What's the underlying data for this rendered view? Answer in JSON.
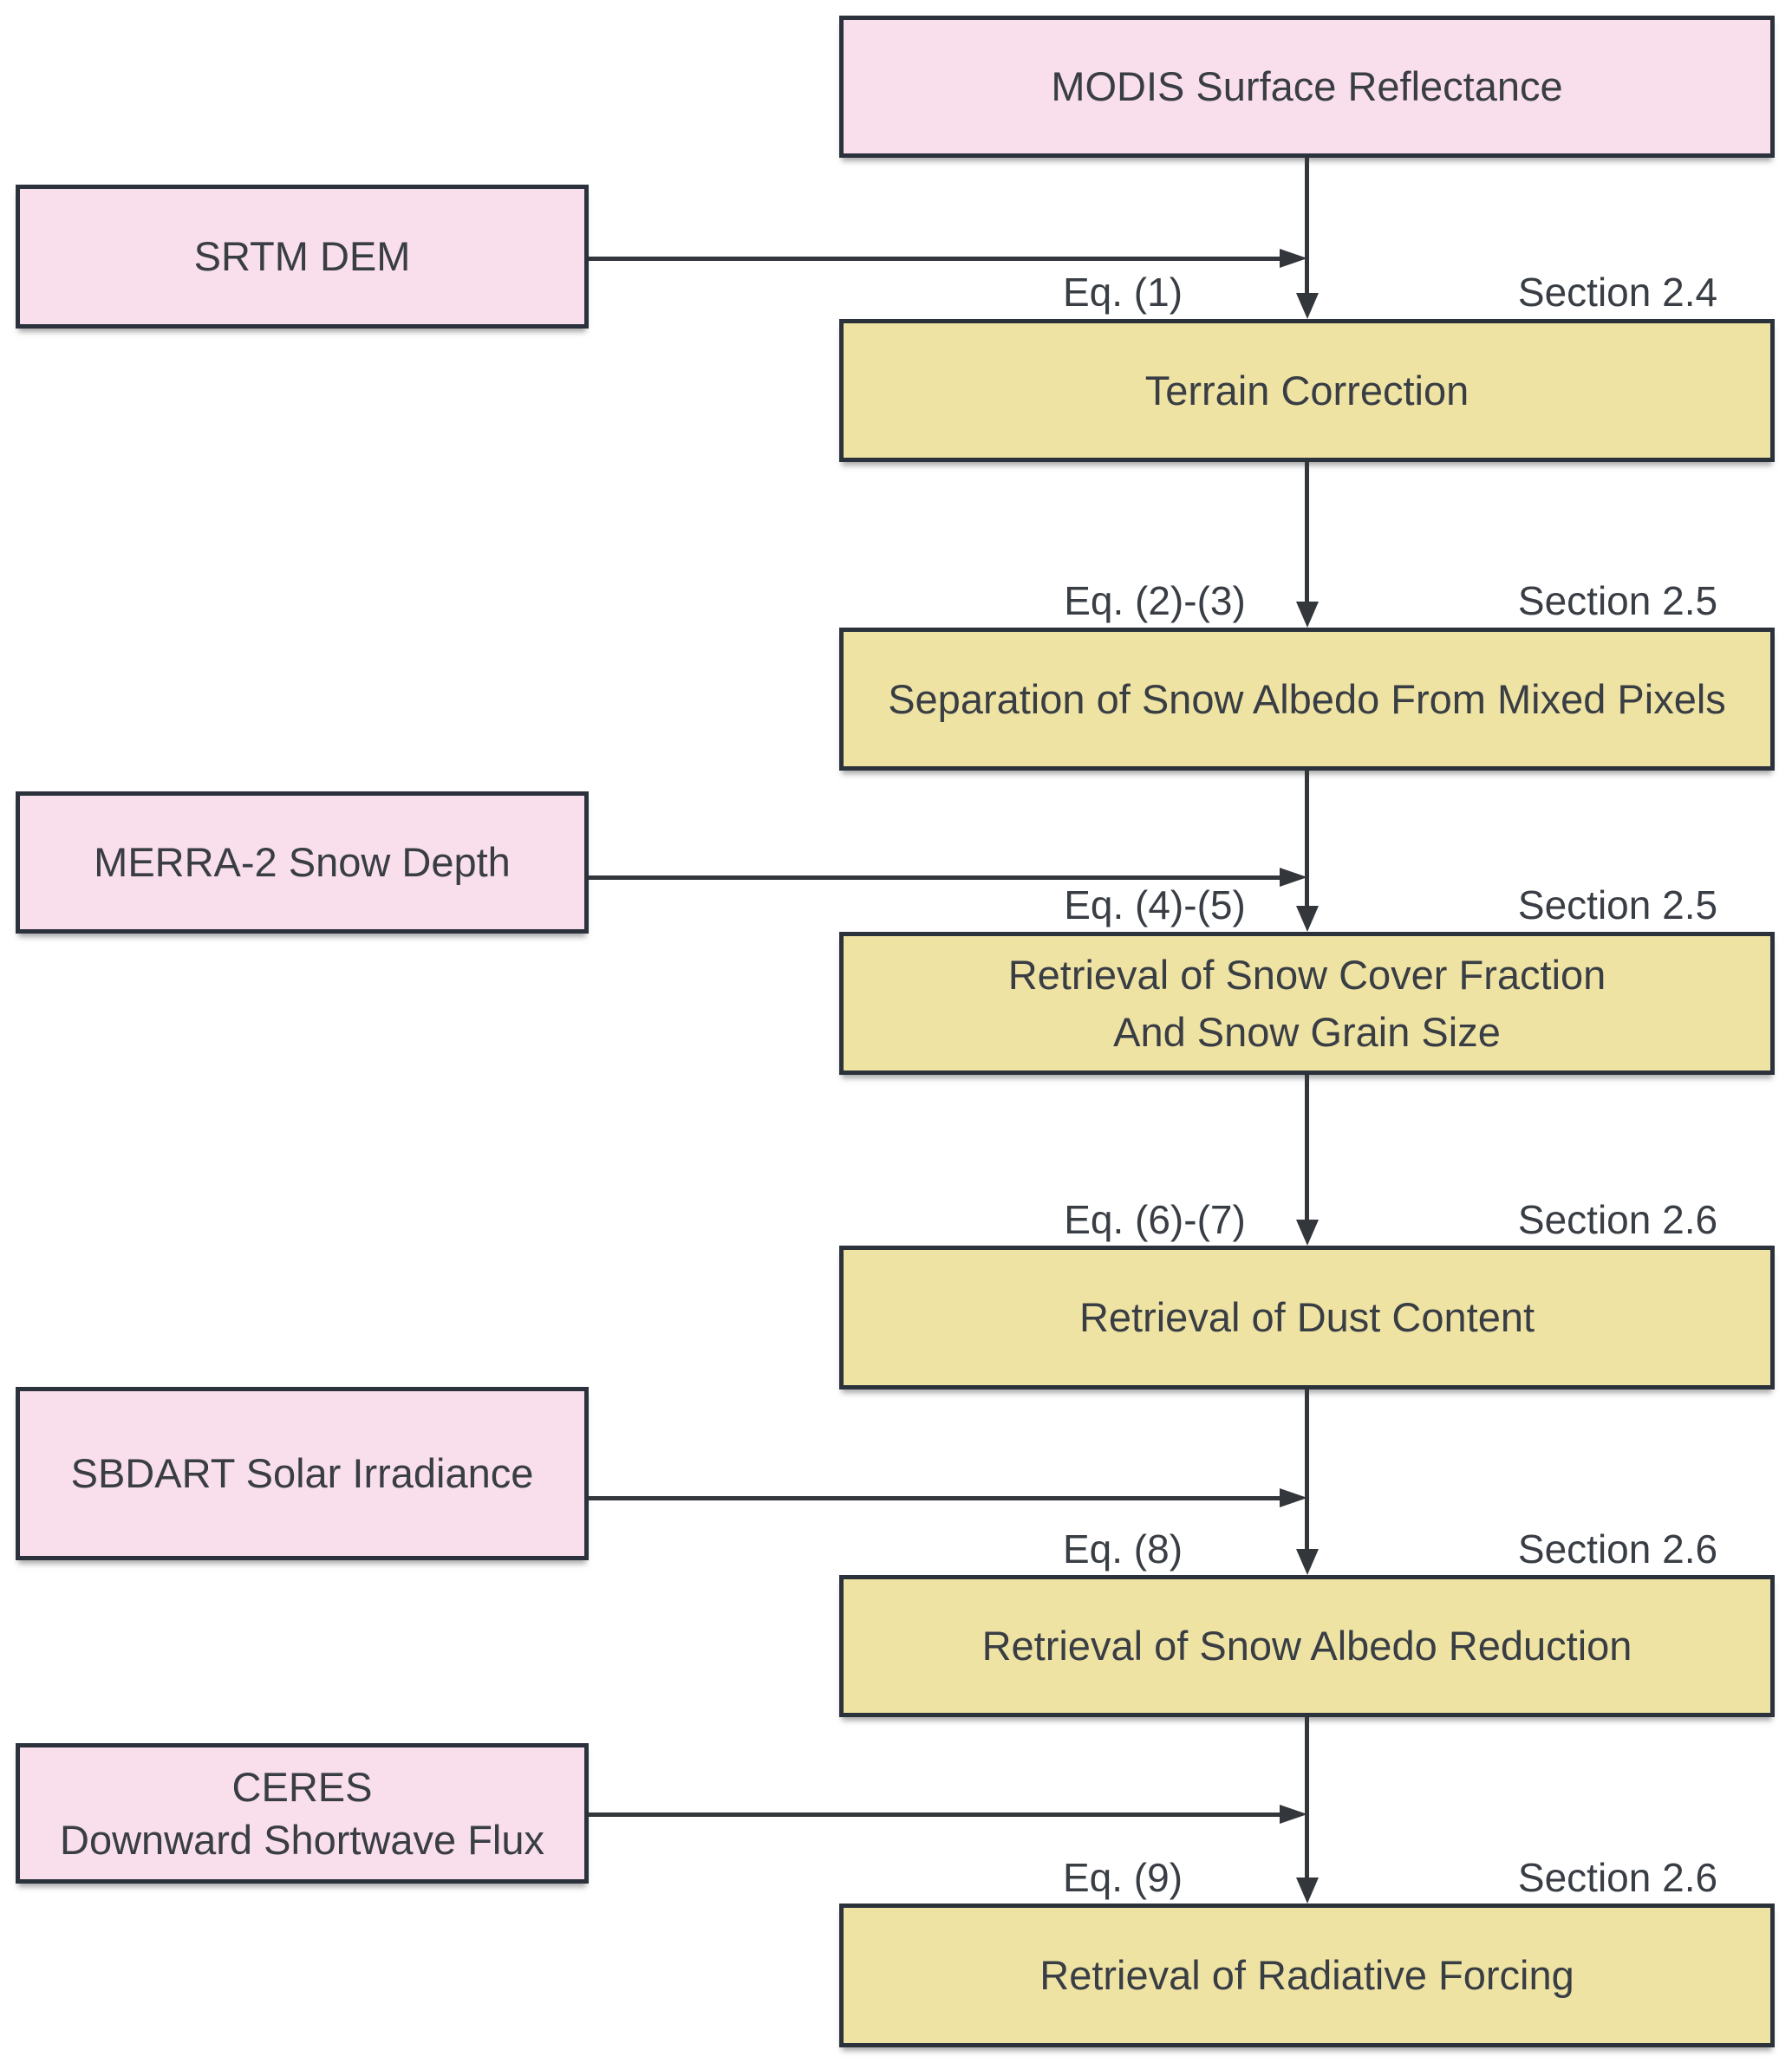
{
  "diagram": {
    "colors": {
      "bg": "#ffffff",
      "pink": "#f9deec",
      "yellow": "#eee3a3",
      "border": "#2b323c",
      "line": "#33363b",
      "text": "#393d44"
    },
    "nodes": {
      "modis": {
        "label": "MODIS Surface Reflectance"
      },
      "srtm": {
        "label": "SRTM DEM"
      },
      "merra": {
        "label": "MERRA-2 Snow Depth"
      },
      "sbdart": {
        "label": "SBDART Solar Irradiance"
      },
      "ceres": {
        "line1": "CERES",
        "line2": "Downward Shortwave Flux"
      },
      "terrain": {
        "label": "Terrain Correction"
      },
      "separation": {
        "label": "Separation of Snow Albedo From Mixed Pixels"
      },
      "snowcover": {
        "line1": "Retrieval of Snow Cover Fraction",
        "line2": "And Snow Grain Size"
      },
      "dust": {
        "label": "Retrieval of Dust Content"
      },
      "albedo_reduction": {
        "label": "Retrieval of Snow Albedo Reduction"
      },
      "radiative_forcing": {
        "label": "Retrieval of Radiative Forcing"
      }
    },
    "annotations": {
      "step1": {
        "eq": "Eq. (1)",
        "section": "Section 2.4"
      },
      "step2": {
        "eq": "Eq. (2)-(3)",
        "section": "Section 2.5"
      },
      "step3": {
        "eq": "Eq. (4)-(5)",
        "section": "Section 2.5"
      },
      "step4": {
        "eq": "Eq. (6)-(7)",
        "section": "Section 2.6"
      },
      "step5": {
        "eq": "Eq. (8)",
        "section": "Section 2.6"
      },
      "step6": {
        "eq": "Eq. (9)",
        "section": "Section 2.6"
      }
    }
  }
}
